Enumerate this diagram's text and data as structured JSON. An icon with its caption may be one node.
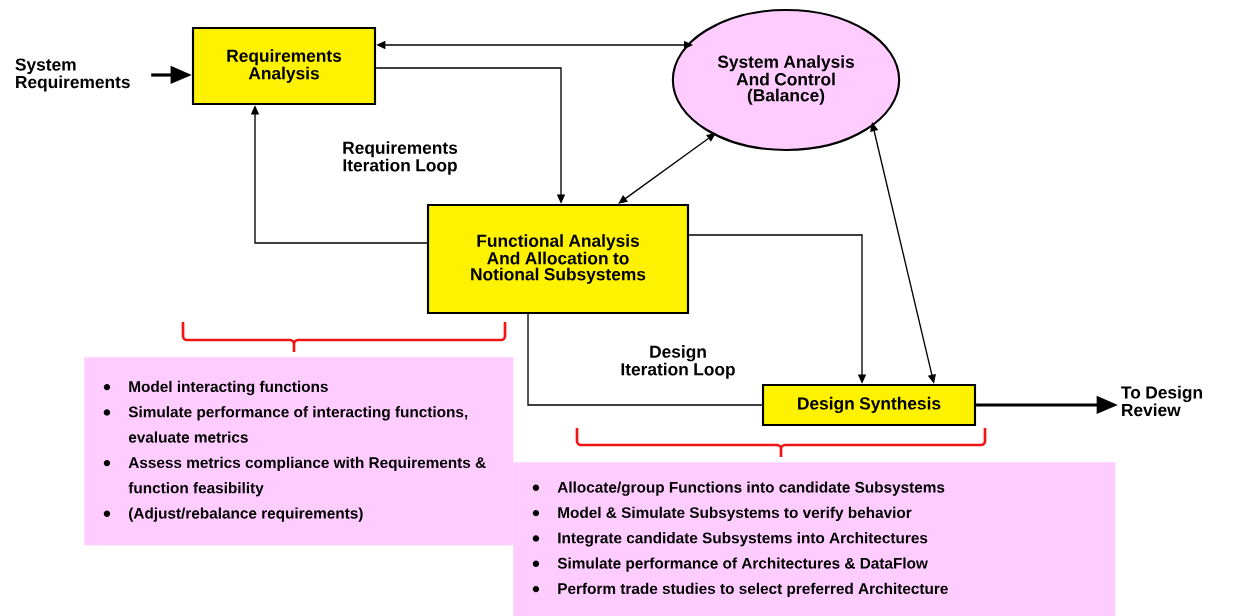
{
  "diagram": {
    "nodes": [
      {
        "text": [
          "System Requirements"
        ]
      },
      {
        "text": [
          "Requirements Analysis"
        ]
      },
      {
        "text": [
          "System Analysis And Control (Balance)"
        ]
      },
      {
        "text": [
          "Functional Analysis And Allocation to Notional Subsystems"
        ]
      },
      {
        "text": [
          "Design Synthesis"
        ]
      },
      {
        "text": [
          "To Design Review"
        ]
      },
      {
        "text": [
          "Model interacting functions",
          "Simulate performance of interacting functions, evaluate metrics",
          "Assess metrics compliance with Requirements & function feasibility",
          "(Adjust/rebalance requirements)"
        ]
      },
      {
        "text": [
          "Allocate/group Functions into candidate Subsystems",
          "Model & Simulate  Subsystems to verify behavior",
          "Integrate candidate Subsystems into Architectures",
          "Simulate performance of Architectures & DataFlow",
          "Perform trade studies to select preferred Architecture"
        ]
      }
    ],
    "edges": [
      {
        "from": 0,
        "to": 1,
        "arrow": "to",
        "style": "thick"
      },
      {
        "from": 1,
        "to": 2,
        "arrow": "both"
      },
      {
        "from": 1,
        "to": 3,
        "arrow": "to"
      },
      {
        "from": 3,
        "to": 1,
        "arrow": "to"
      },
      {
        "from": 3,
        "to": 2,
        "arrow": "both"
      },
      {
        "from": 3,
        "to": 4,
        "arrow": "to"
      },
      {
        "from": 2,
        "to": 4,
        "arrow": "both"
      },
      {
        "from": 4,
        "to": 3,
        "arrow": "none"
      },
      {
        "from": 4,
        "to": 5,
        "arrow": "to",
        "style": "thick"
      }
    ],
    "labels": [
      "Requirements Iteration Loop",
      "Design Iteration Loop"
    ]
  }
}
